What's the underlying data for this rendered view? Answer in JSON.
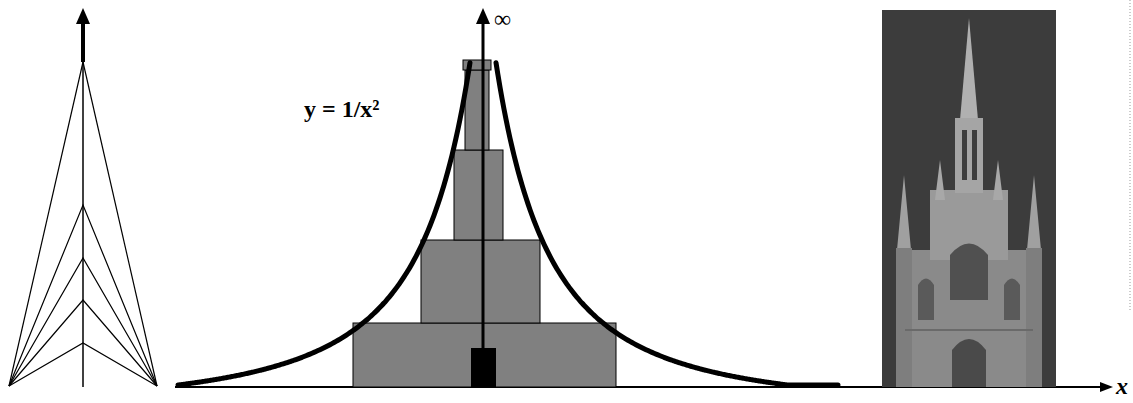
{
  "diagram": {
    "labels": [
      "∞",
      "y = 1/x²",
      "x"
    ]
  }
}
